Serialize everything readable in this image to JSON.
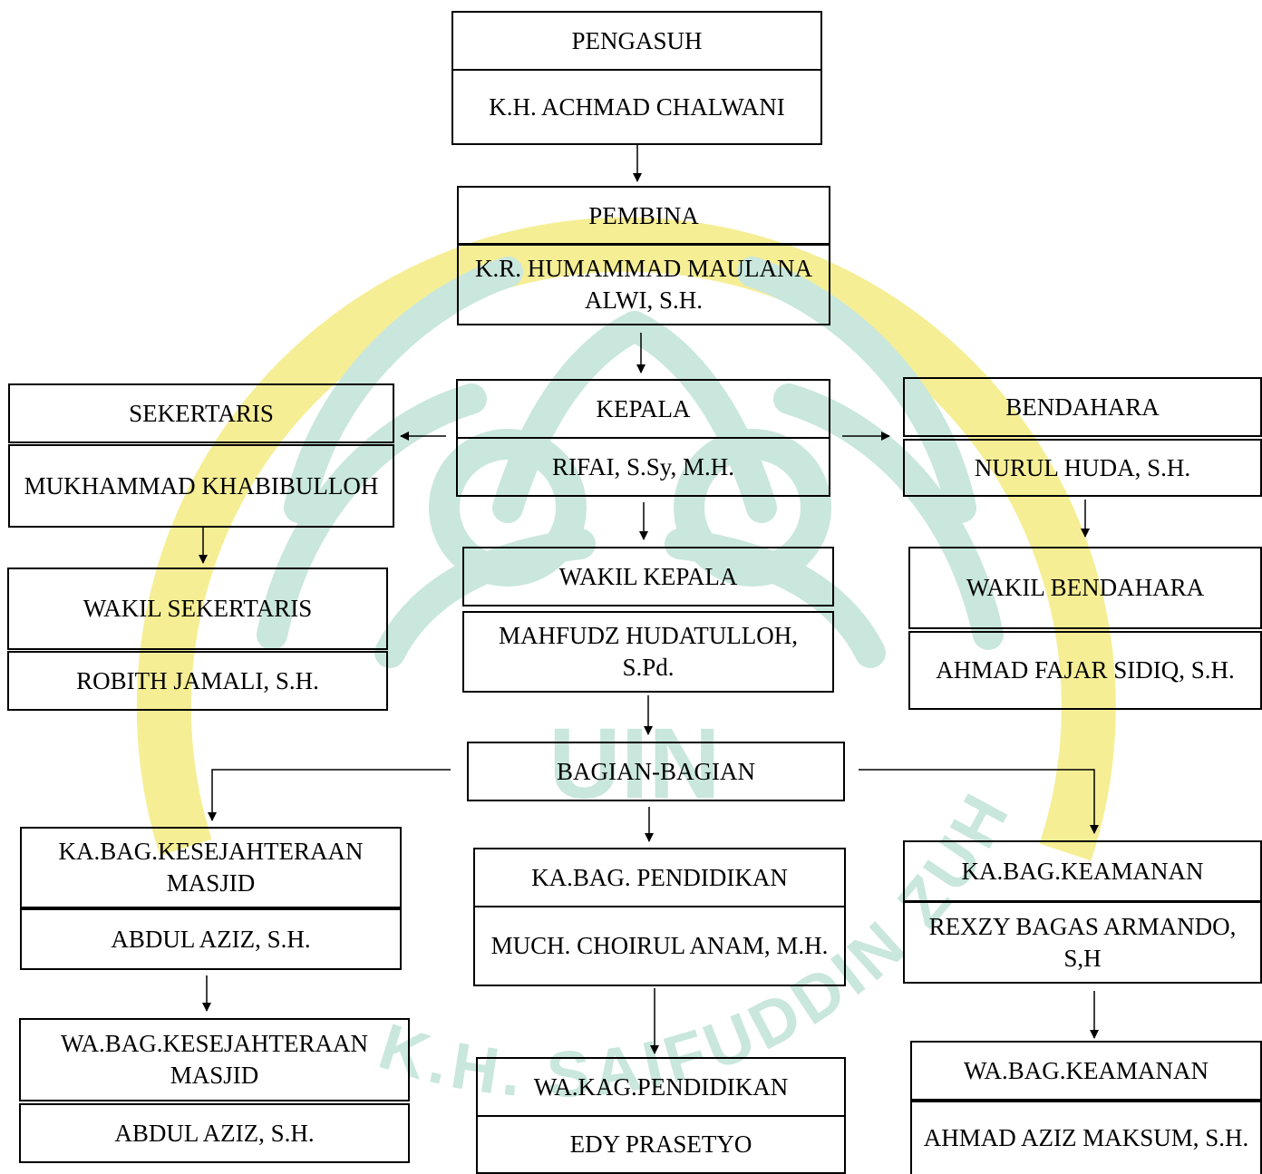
{
  "chart": {
    "pengasuh": {
      "title": "PENGASUH",
      "name": "K.H. ACHMAD CHALWANI"
    },
    "pembina": {
      "title": "PEMBINA",
      "name": "K.R. HUMAMMAD MAULANA ALWI, S.H."
    },
    "kepala": {
      "title": "KEPALA",
      "name": "RIFAI, S.Sy, M.H."
    },
    "sekertaris": {
      "title": "SEKERTARIS",
      "name": "MUKHAMMAD KHABIBULLOH"
    },
    "wakil_sekertaris": {
      "title": "WAKIL SEKERTARIS",
      "name": "ROBITH JAMALI, S.H."
    },
    "bendahara": {
      "title": "BENDAHARA",
      "name": "NURUL HUDA, S.H."
    },
    "wakil_bendahara": {
      "title": "WAKIL BENDAHARA",
      "name": "AHMAD FAJAR SIDIQ, S.H."
    },
    "wakil_kepala": {
      "title": "WAKIL KEPALA",
      "name": "MAHFUDZ HUDATULLOH, S.Pd."
    },
    "bagian": {
      "title": "BAGIAN-BAGIAN"
    },
    "ka_kesejahteraan": {
      "title": "KA.BAG.KESEJAHTERAAN MASJID",
      "name": "ABDUL AZIZ, S.H."
    },
    "wa_kesejahteraan": {
      "title": "WA.BAG.KESEJAHTERAAN MASJID",
      "name": "ABDUL AZIZ, S.H."
    },
    "ka_pendidikan": {
      "title": "KA.BAG. PENDIDIKAN",
      "name": "MUCH. CHOIRUL ANAM, M.H."
    },
    "wa_pendidikan": {
      "title": "WA.KAG.PENDIDIKAN",
      "name": "EDY PRASETYO"
    },
    "ka_keamanan": {
      "title": "KA.BAG.KEAMANAN",
      "name": "REXZY BAGAS ARMANDO, S,H"
    },
    "wa_keamanan": {
      "title": "WA.BAG.KEAMANAN",
      "name": "AHMAD AZIZ MAKSUM, S.H."
    }
  },
  "watermark": {
    "text": "K.H. SAIFUDDIN ZUHRI",
    "colors": {
      "green": "#c9e7dc",
      "yellow": "#f6ee95"
    }
  }
}
